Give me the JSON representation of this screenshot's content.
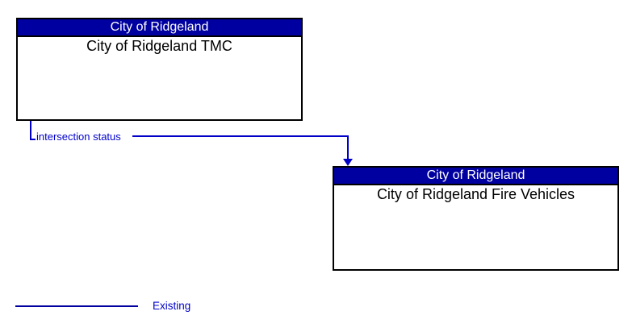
{
  "diagram": {
    "boxes": [
      {
        "header": "City of Ridgeland",
        "body": "City of Ridgeland TMC"
      },
      {
        "header": "City of Ridgeland",
        "body": "City of Ridgeland Fire Vehicles"
      }
    ],
    "flows": [
      {
        "label": "intersection status",
        "from": "City of Ridgeland TMC",
        "to": "City of Ridgeland Fire Vehicles",
        "status": "Existing"
      }
    ],
    "legend": {
      "items": [
        {
          "label": "Existing",
          "line_style": "solid"
        }
      ]
    },
    "colors": {
      "box_header_fill": "#0000A0",
      "box_header_text": "#FFFFFF",
      "box_border": "#000000",
      "box_body_text": "#000000",
      "flow_line": "#0000C8",
      "flow_label_text": "#0000CC",
      "legend_line": "#0000A0",
      "legend_text": "#0000CC",
      "background": "#FFFFFF"
    }
  }
}
